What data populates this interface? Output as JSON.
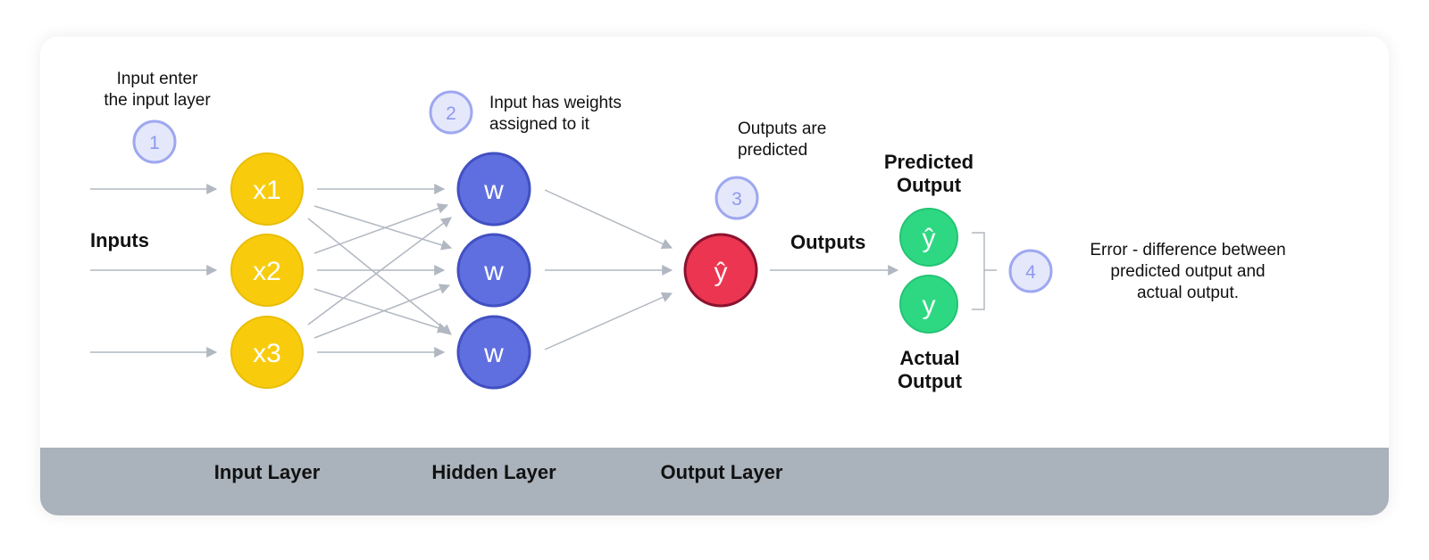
{
  "annotations": {
    "step1_number": "1",
    "step1_text": [
      "Input enter",
      "the input layer"
    ],
    "step2_number": "2",
    "step2_text": [
      "Input has weights",
      "assigned to it"
    ],
    "step3_number": "3",
    "step3_text": [
      "Outputs are",
      "predicted"
    ],
    "step4_number": "4",
    "step4_text": [
      "Error - difference between",
      "predicted output and",
      "actual output."
    ]
  },
  "labels": {
    "inputs": "Inputs",
    "outputs": "Outputs",
    "predicted_output": [
      "Predicted",
      "Output"
    ],
    "actual_output": [
      "Actual",
      "Output"
    ]
  },
  "nodes": {
    "input": [
      "x1",
      "x2",
      "x3"
    ],
    "hidden": [
      "w",
      "w",
      "w"
    ],
    "output": "ŷ",
    "predicted": "ŷ",
    "actual": "y"
  },
  "layers": {
    "input": "Input Layer",
    "hidden": "Hidden Layer",
    "output": "Output Layer"
  },
  "colors": {
    "input_node": "#f8cc0d",
    "hidden_node": "#5f6fe0",
    "output_node": "#ec3550",
    "result_node": "#2ed883",
    "step_badge": "#9ea8f0",
    "arrow": "#b1b8c1",
    "footer": "#aab2bb"
  }
}
